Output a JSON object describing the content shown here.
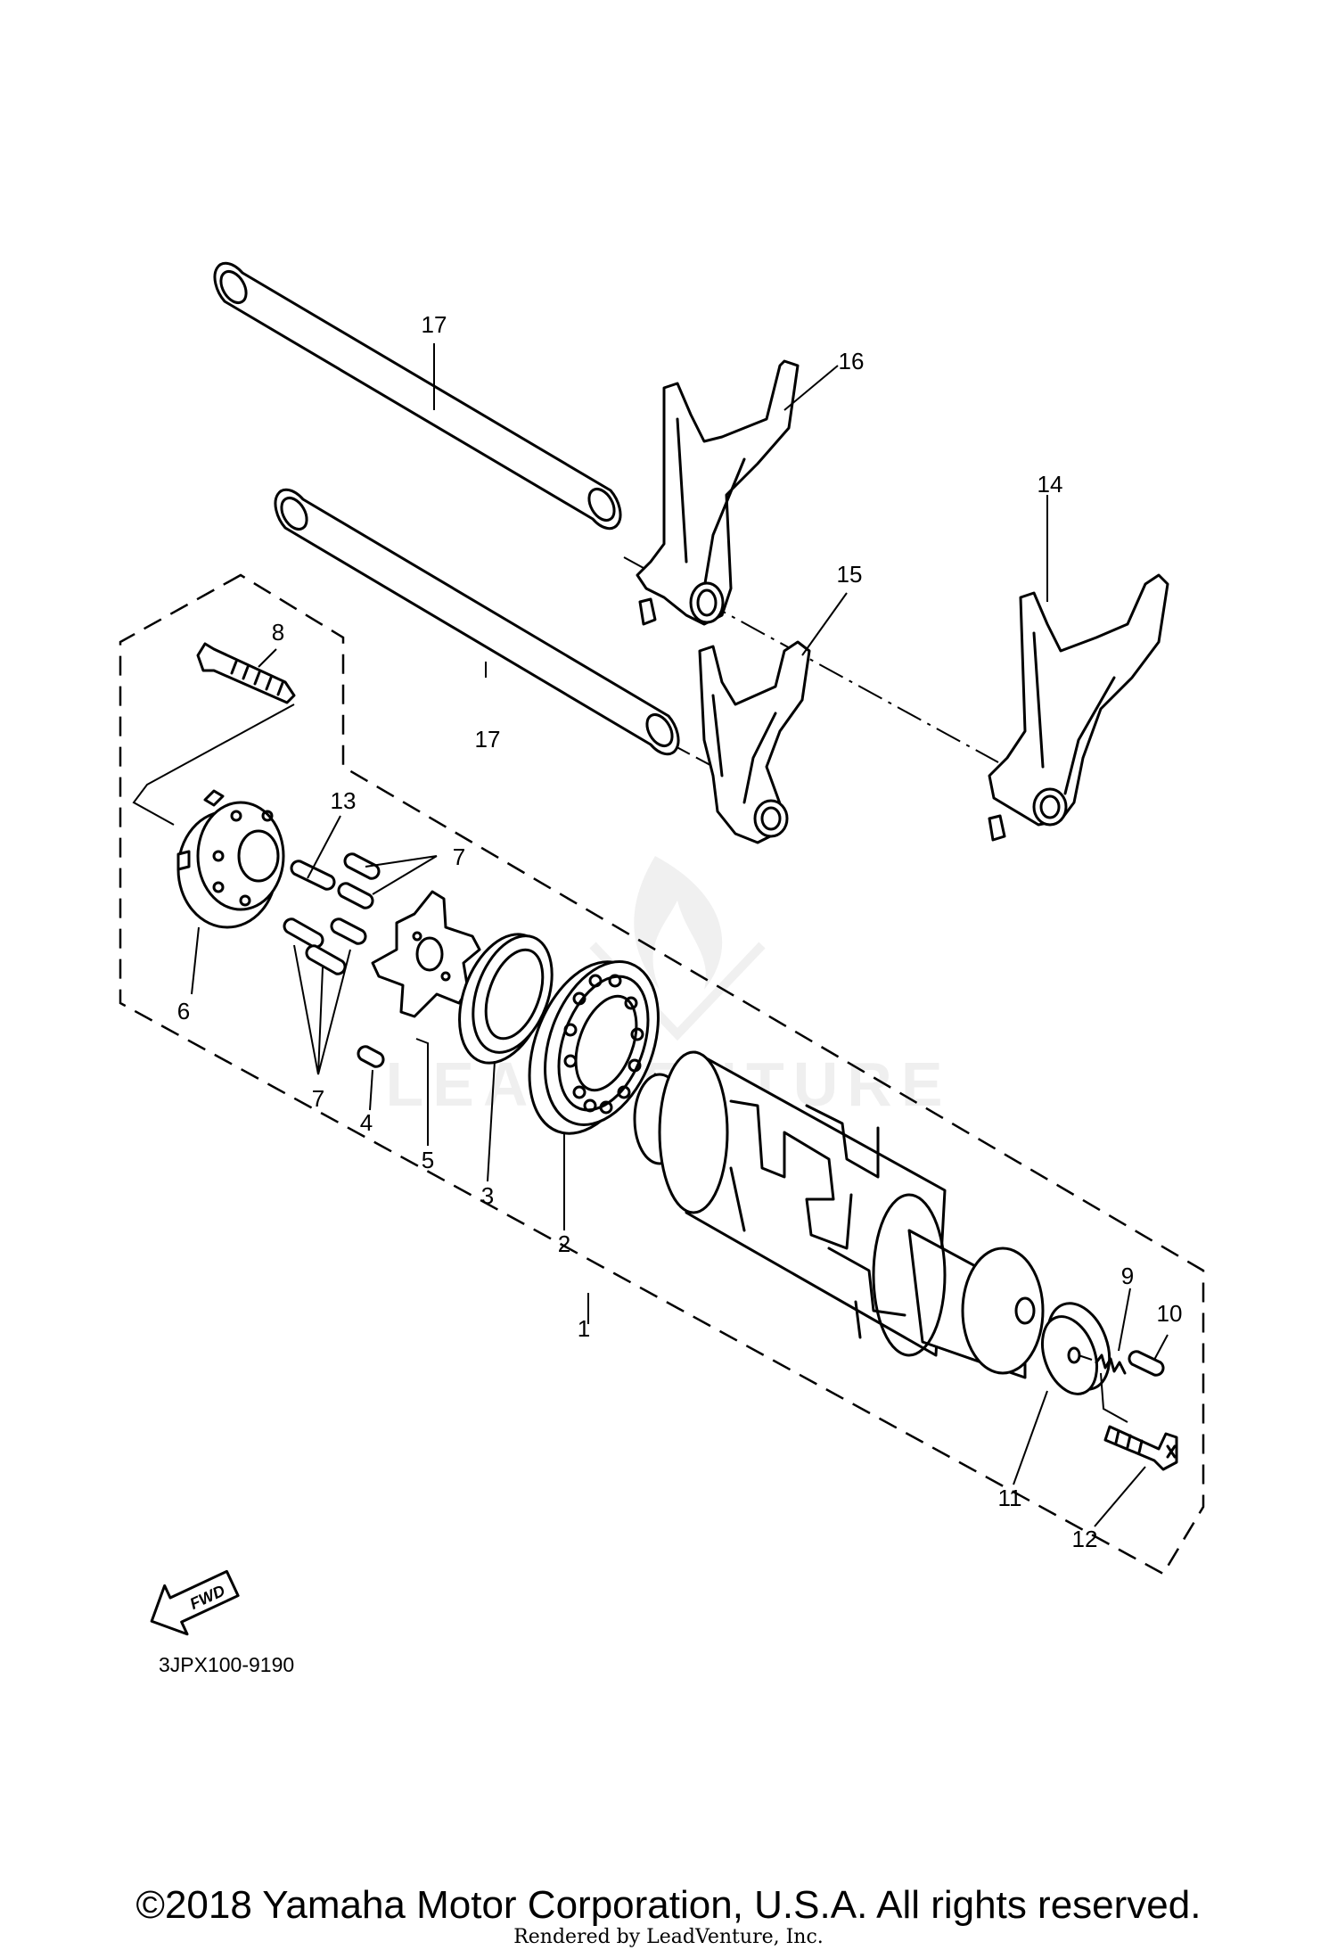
{
  "diagram": {
    "part_code": "3JPX100-9190",
    "callouts": {
      "c1": "1",
      "c2": "2",
      "c3": "3",
      "c4": "4",
      "c5": "5",
      "c6": "6",
      "c7a": "7",
      "c7b": "7",
      "c8": "8",
      "c9": "9",
      "c10": "10",
      "c11": "11",
      "c12": "12",
      "c13": "13",
      "c14": "14",
      "c15": "15",
      "c16": "16",
      "c17a": "17",
      "c17b": "17"
    },
    "fwd_label": "FWD",
    "watermark_text": "LEADVENTURE"
  },
  "footer": {
    "copyright": "©2018 Yamaha Motor Corporation, U.S.A. All rights reserved.",
    "rendered_by": "Rendered by LeadVenture, Inc."
  }
}
